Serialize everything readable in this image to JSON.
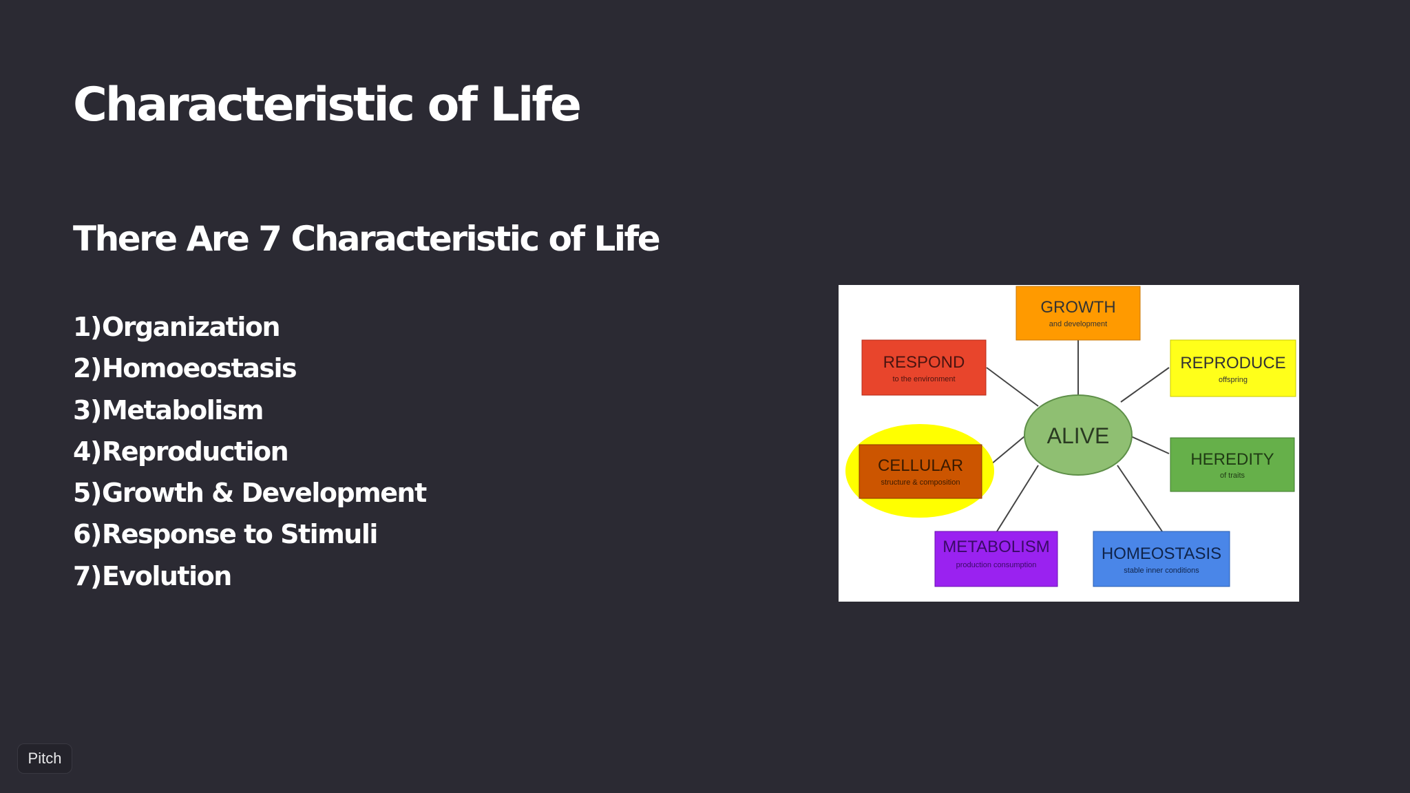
{
  "slide": {
    "title": "Characteristic of Life",
    "subtitle": "There Are 7 Characteristic of Life",
    "list": [
      {
        "num": "1)",
        "label": "Organization"
      },
      {
        "num": "2)",
        "label": "Homoeostasis"
      },
      {
        "num": "3)",
        "label": "Metabolism"
      },
      {
        "num": "4)",
        "label": "Reproduction"
      },
      {
        "num": "5)",
        "label": "Growth & Development"
      },
      {
        "num": "6)",
        "label": "Response to Stimuli"
      },
      {
        "num": "7)",
        "label": "Evolution"
      }
    ]
  },
  "diagram": {
    "center": {
      "label": "ALIVE",
      "color": "#8fbf72"
    },
    "boxes": {
      "growth": {
        "title": "GROWTH",
        "sub": "and development",
        "color": "#ff9a00",
        "text_color": "#333333"
      },
      "respond": {
        "title": "RESPOND",
        "sub": "to the environment",
        "color": "#e8452c",
        "text_color": "#4a1410"
      },
      "reproduce": {
        "title": "REPRODUCE",
        "sub": "offspring",
        "color": "#ffff1a",
        "text_color": "#333333"
      },
      "cellular": {
        "title": "CELLULAR",
        "sub": "structure & composition",
        "color": "#cc5500",
        "text_color": "#3a1a00"
      },
      "heredity": {
        "title": "HEREDITY",
        "sub": "of traits",
        "color": "#66b04a",
        "text_color": "#1f3a14"
      },
      "metabolism": {
        "title": "METABOLISM",
        "sub": "production consumption",
        "color": "#9a22f0",
        "text_color": "#3a0a66"
      },
      "homeostasis": {
        "title": "HOMEOSTASIS",
        "sub": "stable inner conditions",
        "color": "#4a86e8",
        "text_color": "#10244a"
      }
    },
    "highlight_color": "#ffff00",
    "background": "#ffffff"
  },
  "badge": {
    "label": "Pitch"
  },
  "colors": {
    "background": "#2b2a33",
    "text": "#ffffff"
  }
}
